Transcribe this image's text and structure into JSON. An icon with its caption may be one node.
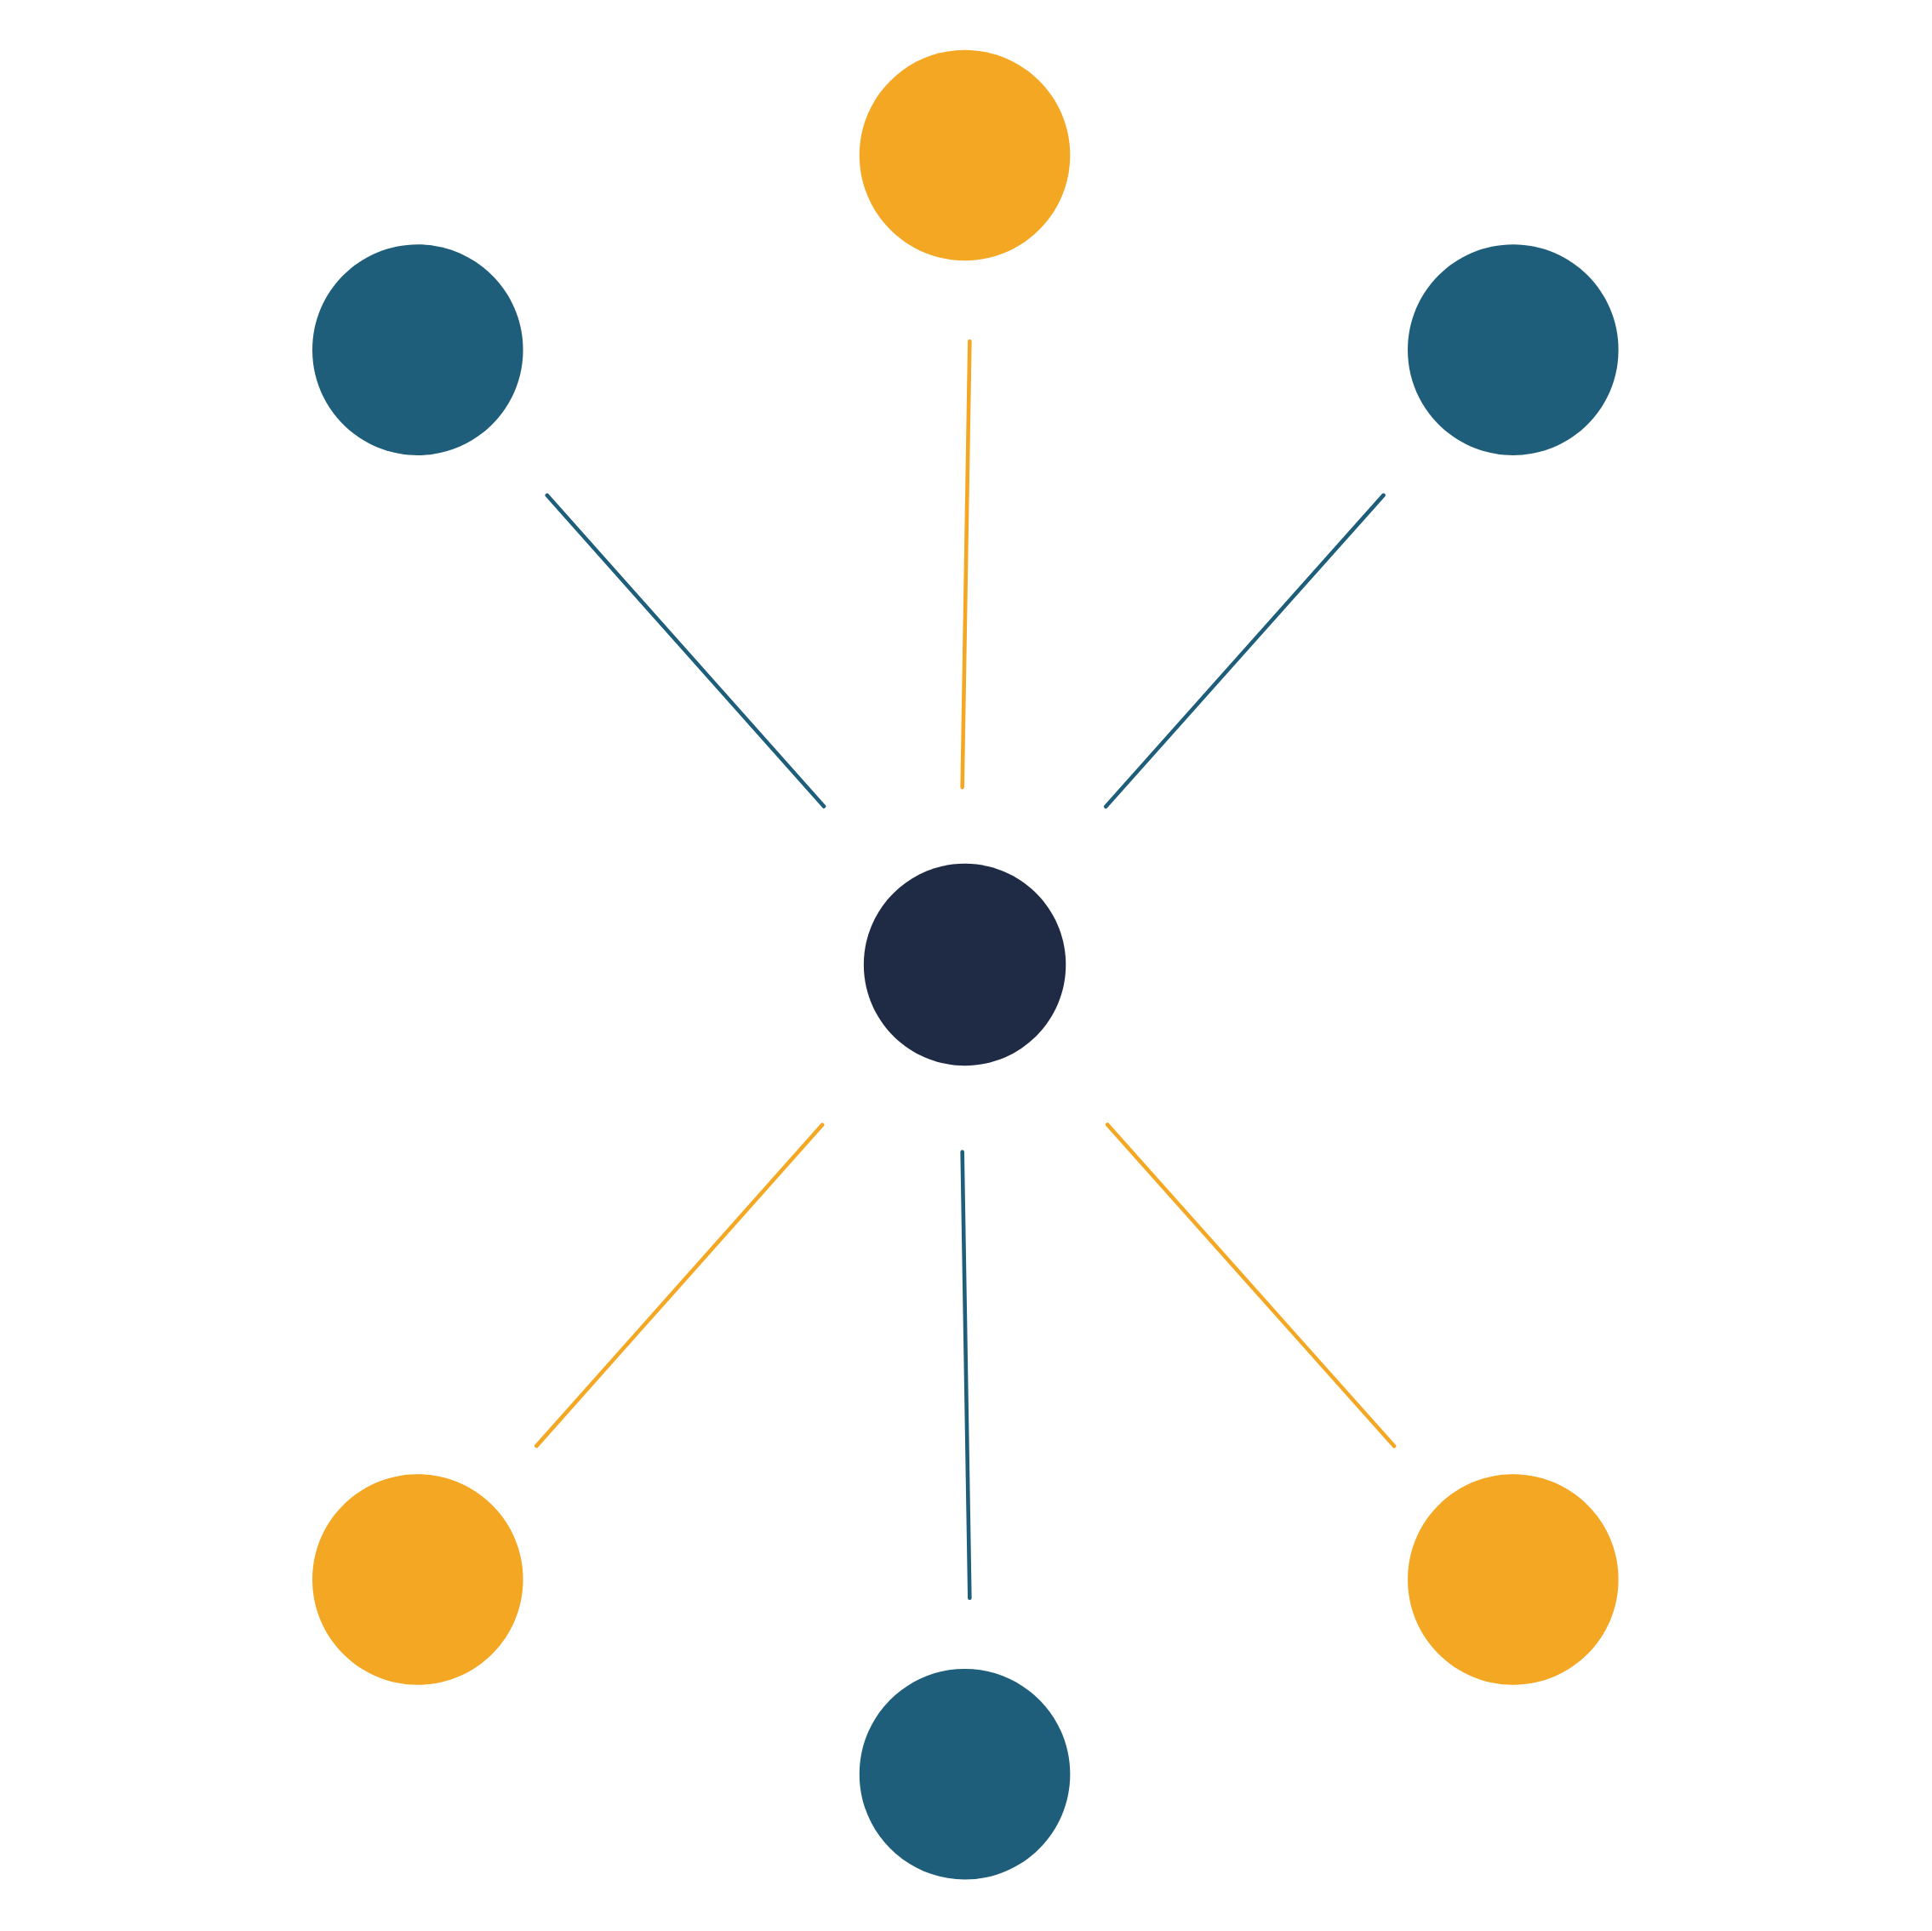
{
  "diagram": {
    "nodes": [
      {
        "text": [],
        "shape": "circle"
      },
      {
        "text": [],
        "shape": "circle"
      },
      {
        "text": [],
        "shape": "circle"
      },
      {
        "text": [],
        "shape": "circle"
      },
      {
        "text": [],
        "shape": "circle"
      },
      {
        "text": [],
        "shape": "circle"
      },
      {
        "text": [],
        "shape": "circle"
      }
    ],
    "edges": [
      {
        "from": 3,
        "to": 1,
        "arrow": "none",
        "color": "#1f5e7a"
      },
      {
        "from": 3,
        "to": 0,
        "arrow": "none",
        "color": "#f4a723"
      },
      {
        "from": 3,
        "to": 2,
        "arrow": "none",
        "color": "#1f5e7a"
      },
      {
        "from": 3,
        "to": 4,
        "arrow": "none",
        "color": "#f4a723"
      },
      {
        "from": 3,
        "to": 6,
        "arrow": "none",
        "color": "#1f5e7a"
      },
      {
        "from": 3,
        "to": 5,
        "arrow": "none",
        "color": "#f4a723"
      }
    ]
  }
}
